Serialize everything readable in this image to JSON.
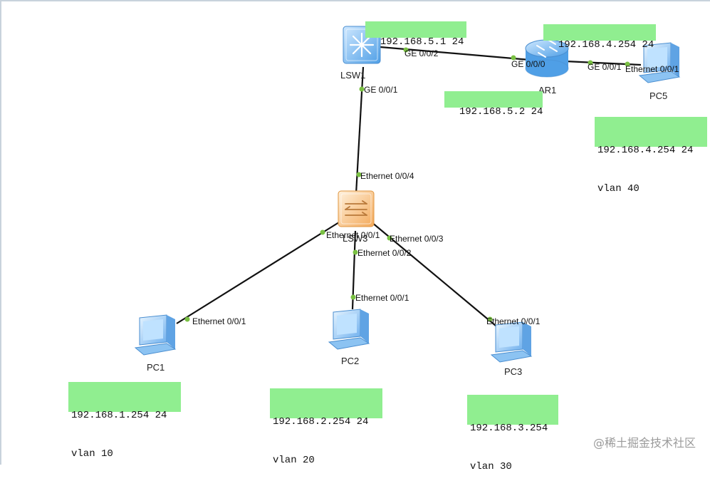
{
  "devices": {
    "lsw1": "LSW1",
    "ar1": "AR1",
    "lsw3": "LSW3",
    "pc1": "PC1",
    "pc2": "PC2",
    "pc3": "PC3",
    "pc5": "PC5"
  },
  "ports": {
    "lsw1_ge002": "GE 0/0/2",
    "lsw1_ge001": "GE 0/0/1",
    "ar1_ge000": "GE 0/0/0",
    "ar1_ge001": "GE 0/0/1",
    "pc5_eth": "Ethernet 0/0/1",
    "lsw3_eth004": "Ethernet 0/0/4",
    "lsw3_eth001": "Ethernet 0/0/1",
    "lsw3_eth002": "Ethernet 0/0/2",
    "lsw3_eth003": "Ethernet 0/0/3",
    "pc1_eth": "Ethernet 0/0/1",
    "pc2_eth": "Ethernet 0/0/1",
    "pc3_eth": "Ethernet 0/0/1"
  },
  "notes": {
    "lsw1_ip": "192.168.5.1 24",
    "ar1_g000_ip": "192.168.5.2 24",
    "ar1_g001_ip": "192.168.4.254 24",
    "pc5_ip": "192.168.4.254 24",
    "pc5_vlan": "vlan 40",
    "pc1_ip": "192.168.1.254 24",
    "pc1_vlan": "vlan 10",
    "pc2_ip": "192.168.2.254 24",
    "pc2_vlan": "vlan 20",
    "pc3_ip": "192.168.3.254",
    "pc3_vlan": "vlan 30"
  },
  "watermark": "@稀土掘金技术社区",
  "colors": {
    "note_bg": "#90ee90",
    "link": "#111111",
    "port_dot": "#7ac143",
    "switch_blue": "#6fb2ec",
    "switch_orange": "#f6b870",
    "pc_blue": "#7ab8f0"
  }
}
